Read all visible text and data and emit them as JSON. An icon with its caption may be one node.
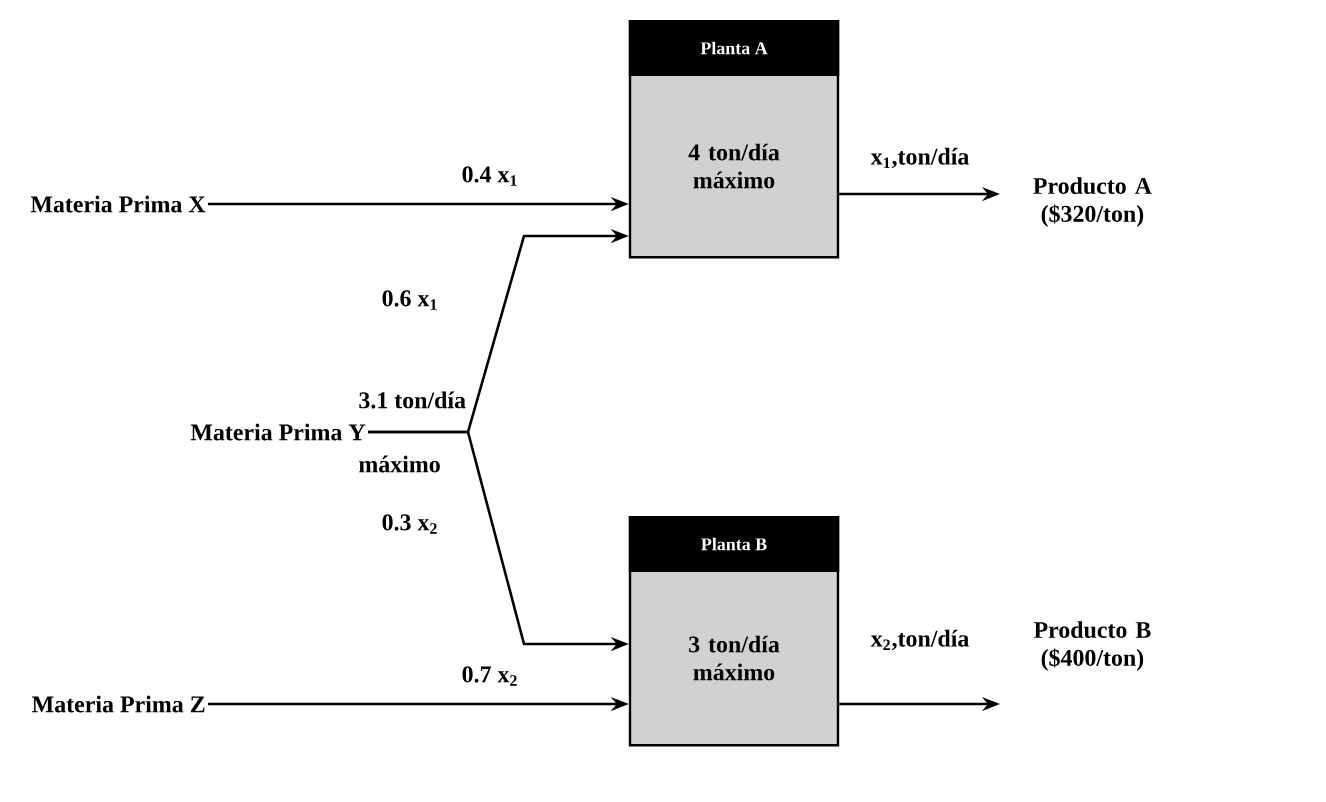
{
  "diagram": {
    "nodes": [
      {
        "text": [
          "Materia Prima X"
        ]
      },
      {
        "text": [
          "Materia Prima Y"
        ],
        "beside": [
          "3.1 ton/día",
          "máximo"
        ]
      },
      {
        "text": [
          "Materia Prima Z"
        ]
      },
      {
        "text": [
          "Planta A",
          "4 ton/día máximo"
        ]
      },
      {
        "text": [
          "Planta B",
          "3 ton/día máximo"
        ]
      },
      {
        "text": [
          "Producto A ($320/ton)"
        ]
      },
      {
        "text": [
          "Producto B ($400/ton)"
        ]
      }
    ],
    "edges": [
      {
        "from": 0,
        "to": 3,
        "arrow": "to",
        "label": "0.4 x$_{1}$"
      },
      {
        "from": 1,
        "to": 3,
        "arrow": "to",
        "label": "0.6 x$_{1}$"
      },
      {
        "from": 1,
        "to": 4,
        "arrow": "to",
        "label": "0.3 x$_{2}$"
      },
      {
        "from": 2,
        "to": 4,
        "arrow": "to",
        "label": "0.7 x$_{2}$"
      },
      {
        "from": 3,
        "to": 5,
        "arrow": "to",
        "label": "x$_{1}$,ton/día"
      },
      {
        "from": 4,
        "to": 6,
        "arrow": "to",
        "label": "x$_{2}$,ton/día"
      }
    ]
  }
}
